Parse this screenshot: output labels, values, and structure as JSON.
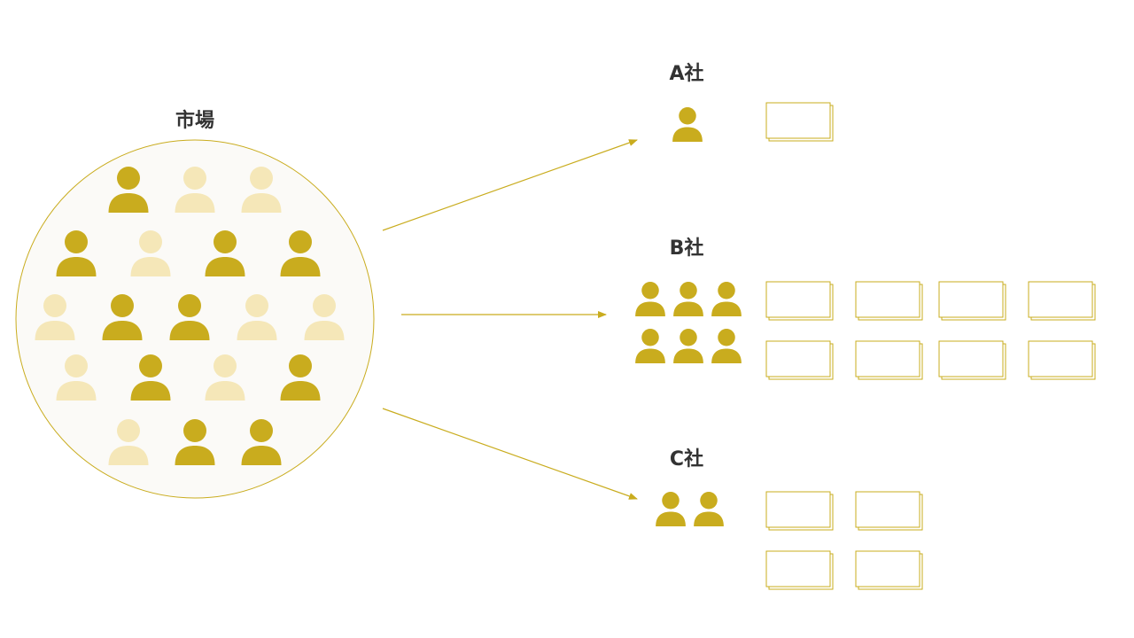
{
  "colors": {
    "accent": "#c9ac1e",
    "accent_light": "#f5e7b8",
    "circle_fill": "#fbfaf7",
    "text": "#333333",
    "card_border": "#c9ac1e"
  },
  "market": {
    "title": "市場"
  },
  "companies": [
    {
      "label": "A社"
    },
    {
      "label": "B社"
    },
    {
      "label": "C社"
    }
  ]
}
